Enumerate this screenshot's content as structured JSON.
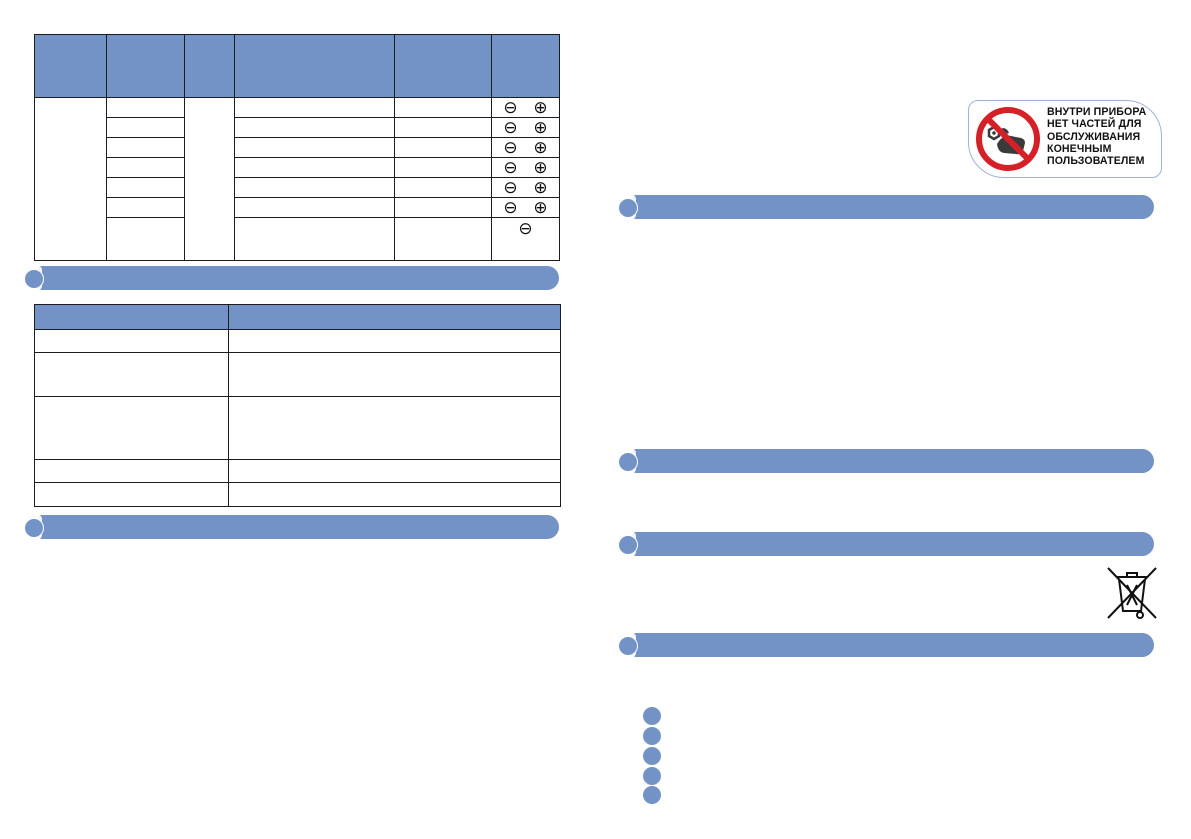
{
  "colors": {
    "accent": "#7393c7",
    "rule": "#1c1c1c",
    "warning_red": "#d62028",
    "badge_border": "#9fb3d8"
  },
  "table1": {
    "header_labels": [
      "",
      "",
      "",
      "",
      "",
      ""
    ],
    "column_count": 6,
    "polarity_rows": [
      [
        "⊖",
        "⊕"
      ],
      [
        "⊖",
        "⊕"
      ],
      [
        "⊖",
        "⊕"
      ],
      [
        "⊖",
        "⊕"
      ],
      [
        "⊖",
        "⊕"
      ],
      [
        "⊖",
        "⊕"
      ],
      [
        "⊖"
      ]
    ]
  },
  "table2": {
    "header_labels": [
      "",
      ""
    ],
    "row_count": 5
  },
  "warning_badge": {
    "icon": "no-user-service-icon",
    "text": "ВНУТРИ ПРИБОРА\nНЕТ ЧАСТЕЙ ДЛЯ\nОБСЛУЖИВАНИЯ\nКОНЕЧНЫМ\nПОЛЬЗОВАТЕЛЕМ"
  },
  "recycle_symbol": {
    "icon": "crossed-out-wheelie-bin-icon"
  },
  "list_markers": 5
}
